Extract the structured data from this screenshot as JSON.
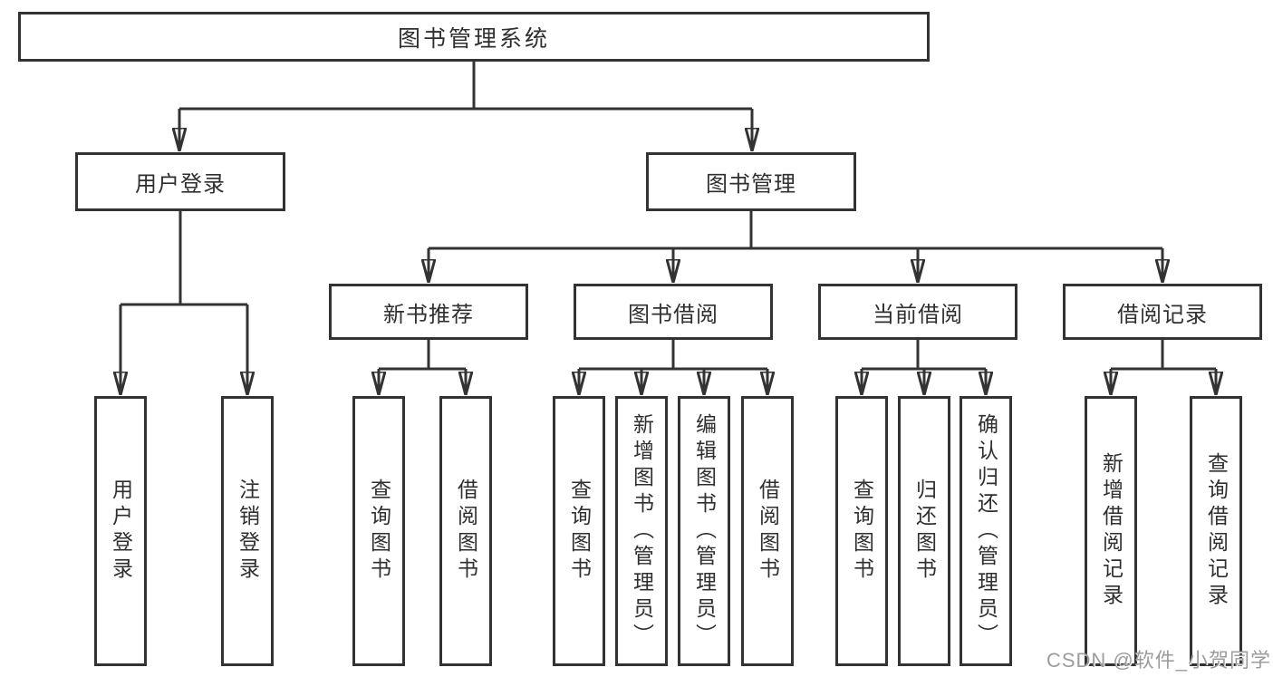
{
  "diagram_title": {
    "label": "图书管理系统"
  },
  "branches": {
    "user_login": {
      "label": "用户登录",
      "leaves": [
        "用户登录",
        "注销登录"
      ]
    },
    "book_management": {
      "label": "图书管理",
      "groups": [
        {
          "label": "新书推荐",
          "leaves": [
            "查询图书",
            "借阅图书"
          ]
        },
        {
          "label": "图书借阅",
          "leaves": [
            "查询图书",
            "新增图书（管理员）",
            "编辑图书（管理员）",
            "借阅图书"
          ]
        },
        {
          "label": "当前借阅",
          "leaves": [
            "查询图书",
            "归还图书",
            "确认归还（管理员）"
          ]
        },
        {
          "label": "借阅记录",
          "leaves": [
            "新增借阅记录",
            "查询借阅记录"
          ]
        }
      ]
    }
  },
  "watermark": "CSDN @软件_小贺同学",
  "colors": {
    "line": "#333333",
    "box_border": "#333333",
    "box_fill": "#ffffff",
    "text": "#2f2f2f",
    "watermark": "#9c9c9c"
  }
}
